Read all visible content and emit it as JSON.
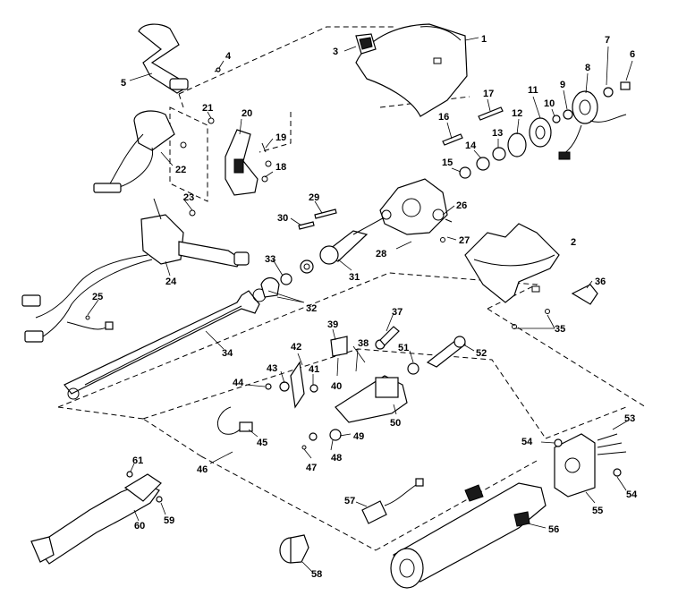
{
  "diagram": {
    "callouts": [
      {
        "id": "c1",
        "label": "1"
      },
      {
        "id": "c2",
        "label": "2"
      },
      {
        "id": "c3",
        "label": "3"
      },
      {
        "id": "c4",
        "label": "4"
      },
      {
        "id": "c5",
        "label": "5"
      },
      {
        "id": "c6",
        "label": "6"
      },
      {
        "id": "c7",
        "label": "7"
      },
      {
        "id": "c8",
        "label": "8"
      },
      {
        "id": "c9",
        "label": "9"
      },
      {
        "id": "c10",
        "label": "10"
      },
      {
        "id": "c11",
        "label": "11"
      },
      {
        "id": "c12",
        "label": "12"
      },
      {
        "id": "c13",
        "label": "13"
      },
      {
        "id": "c14",
        "label": "14"
      },
      {
        "id": "c15",
        "label": "15"
      },
      {
        "id": "c16",
        "label": "16"
      },
      {
        "id": "c17",
        "label": "17"
      },
      {
        "id": "c18",
        "label": "18"
      },
      {
        "id": "c19",
        "label": "19"
      },
      {
        "id": "c20",
        "label": "20"
      },
      {
        "id": "c21",
        "label": "21"
      },
      {
        "id": "c22",
        "label": "22"
      },
      {
        "id": "c23",
        "label": "23"
      },
      {
        "id": "c24",
        "label": "24"
      },
      {
        "id": "c25",
        "label": "25"
      },
      {
        "id": "c26",
        "label": "26"
      },
      {
        "id": "c27",
        "label": "27"
      },
      {
        "id": "c28",
        "label": "28"
      },
      {
        "id": "c29",
        "label": "29"
      },
      {
        "id": "c30",
        "label": "30"
      },
      {
        "id": "c31",
        "label": "31"
      },
      {
        "id": "c32",
        "label": "32"
      },
      {
        "id": "c33",
        "label": "33"
      },
      {
        "id": "c34",
        "label": "34"
      },
      {
        "id": "c35",
        "label": "35"
      },
      {
        "id": "c36",
        "label": "36"
      },
      {
        "id": "c37",
        "label": "37"
      },
      {
        "id": "c38",
        "label": "38"
      },
      {
        "id": "c39",
        "label": "39"
      },
      {
        "id": "c40",
        "label": "40"
      },
      {
        "id": "c41",
        "label": "41"
      },
      {
        "id": "c42",
        "label": "42"
      },
      {
        "id": "c43",
        "label": "43"
      },
      {
        "id": "c44",
        "label": "44"
      },
      {
        "id": "c45",
        "label": "45"
      },
      {
        "id": "c46",
        "label": "46"
      },
      {
        "id": "c47",
        "label": "47"
      },
      {
        "id": "c48",
        "label": "48"
      },
      {
        "id": "c49",
        "label": "49"
      },
      {
        "id": "c50",
        "label": "50"
      },
      {
        "id": "c51",
        "label": "51"
      },
      {
        "id": "c52",
        "label": "52"
      },
      {
        "id": "c53",
        "label": "53"
      },
      {
        "id": "c54a",
        "label": "54"
      },
      {
        "id": "c54b",
        "label": "54"
      },
      {
        "id": "c55",
        "label": "55"
      },
      {
        "id": "c56",
        "label": "56"
      },
      {
        "id": "c57",
        "label": "57"
      },
      {
        "id": "c58",
        "label": "58"
      },
      {
        "id": "c59",
        "label": "59"
      },
      {
        "id": "c60",
        "label": "60"
      },
      {
        "id": "c61",
        "label": "61"
      }
    ]
  }
}
